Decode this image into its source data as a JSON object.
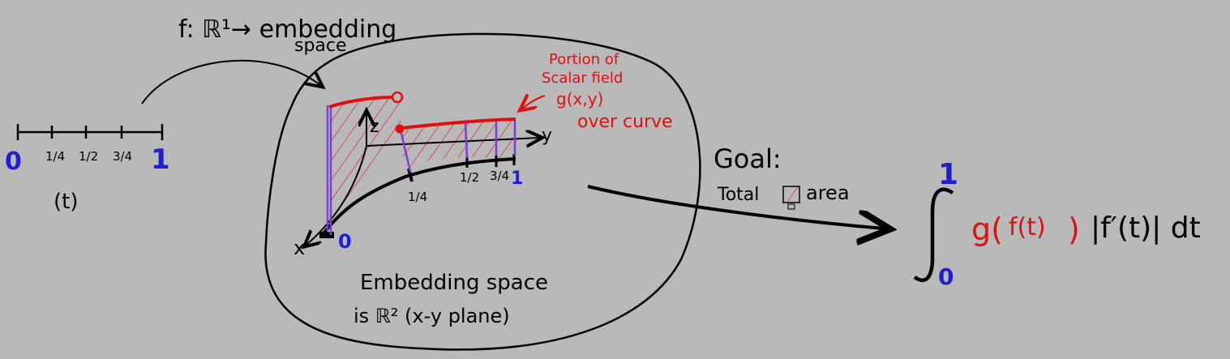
{
  "colors": {
    "background": "#b9b9b9",
    "ink": "#000000",
    "accent_red": "#e01010",
    "accent_blue": "#1f1fcf",
    "accent_purple": "#7a3fd6"
  },
  "mapping_label": {
    "line1": "f: ℝ¹→ embedding",
    "line2": "space"
  },
  "t_line": {
    "tick_labels": [
      "0",
      "1/4",
      "1/2",
      "3/4",
      "1"
    ],
    "var_label": "(t)"
  },
  "scalar_field_note": {
    "line1": "Portion of",
    "line2": "Scalar field",
    "line3": "g(x,y)",
    "line4": "over curve"
  },
  "axes": {
    "z": "z",
    "y": "y",
    "x": "x"
  },
  "curve_ticks": {
    "origin": "0",
    "q1": "1/4",
    "q2": "1/2",
    "q3": "3/4",
    "end": "1"
  },
  "embedding_note": {
    "line1": "Embedding space",
    "line2": "is ℝ² (x-y plane)"
  },
  "goal": {
    "title": "Goal:",
    "line": "Total",
    "suffix": "area"
  },
  "integral": {
    "upper": "1",
    "lower": "0",
    "g": "g(",
    "f_inner": "f(t)",
    "close": ")",
    "rest": "|f′(t)| dt"
  }
}
